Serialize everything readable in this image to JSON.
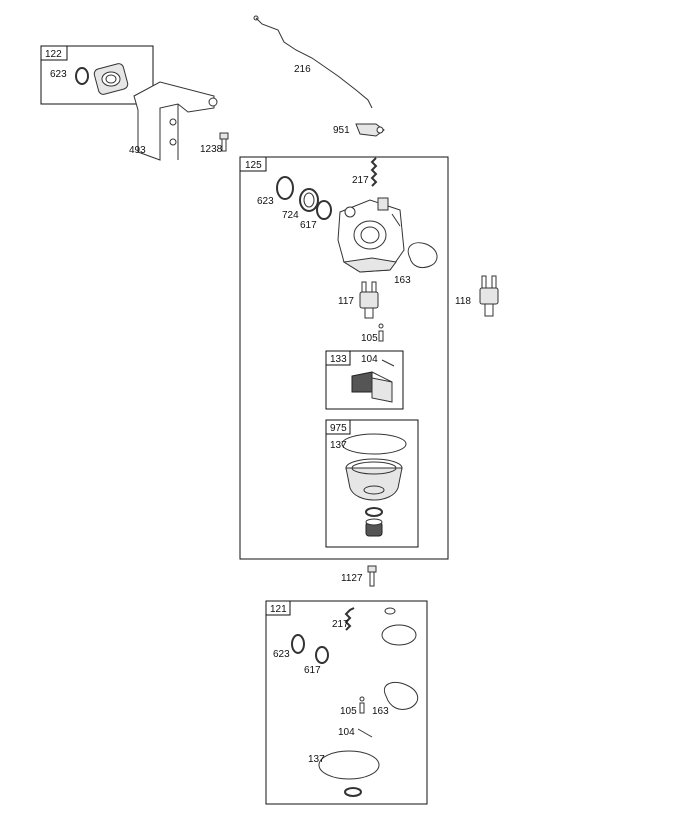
{
  "kits": {
    "k122": "122",
    "k125": "125",
    "k133": "133",
    "k975": "975",
    "k121": "121"
  },
  "labels": {
    "l623a": "623",
    "l216": "216",
    "l493": "493",
    "l1238": "1238",
    "l951": "951",
    "l217a": "217",
    "l623b": "623",
    "l724": "724",
    "l617a": "617",
    "l163a": "163",
    "l117": "117",
    "l118": "118",
    "l105a": "105",
    "l104a": "104",
    "l137a": "137",
    "l1127": "1127",
    "l217b": "217",
    "l623c": "623",
    "l617b": "617",
    "l105b": "105",
    "l163b": "163",
    "l104b": "104",
    "l137b": "137"
  }
}
